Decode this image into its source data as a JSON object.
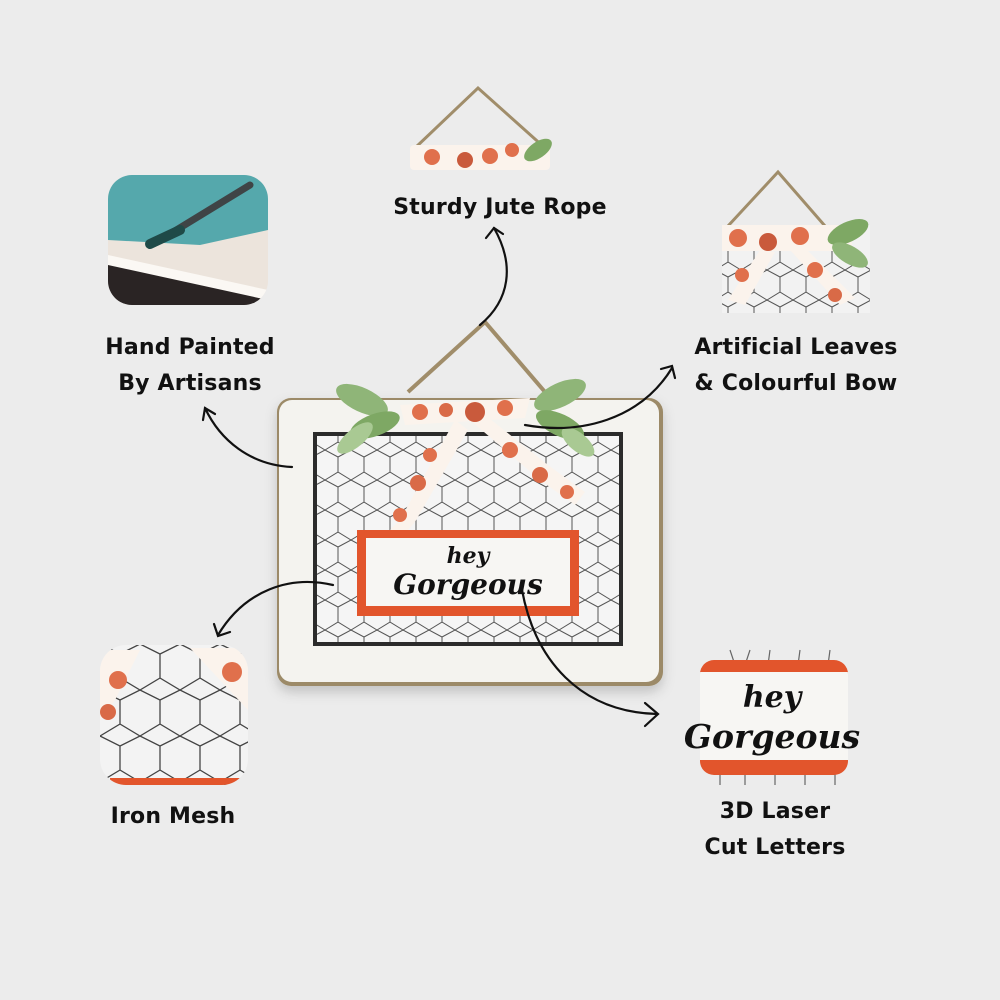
{
  "features": {
    "jute_rope": {
      "label": "Sturdy Jute Rope",
      "icon": "jute-rope-thumbnail"
    },
    "hand_painted": {
      "line1": "Hand Painted",
      "line2": "By Artisans",
      "icon": "paintbrush-thumbnail"
    },
    "leaves_bow": {
      "line1": "Artificial Leaves",
      "line2": "& Colourful Bow",
      "icon": "bow-leaves-thumbnail"
    },
    "iron_mesh": {
      "label": "Iron Mesh",
      "icon": "mesh-thumbnail"
    },
    "laser_cut": {
      "line1": "3D Laser",
      "line2": "Cut Letters",
      "icon": "letters-thumbnail"
    }
  },
  "product": {
    "sign_line1": "hey",
    "sign_line2": "Gorgeous"
  },
  "colors": {
    "background": "#ececec",
    "accent_orange": "#e2552c",
    "frame_white": "#f4f3ef",
    "jute": "#a08d6a",
    "leaf_green": "#7ea864",
    "text": "#111111"
  }
}
